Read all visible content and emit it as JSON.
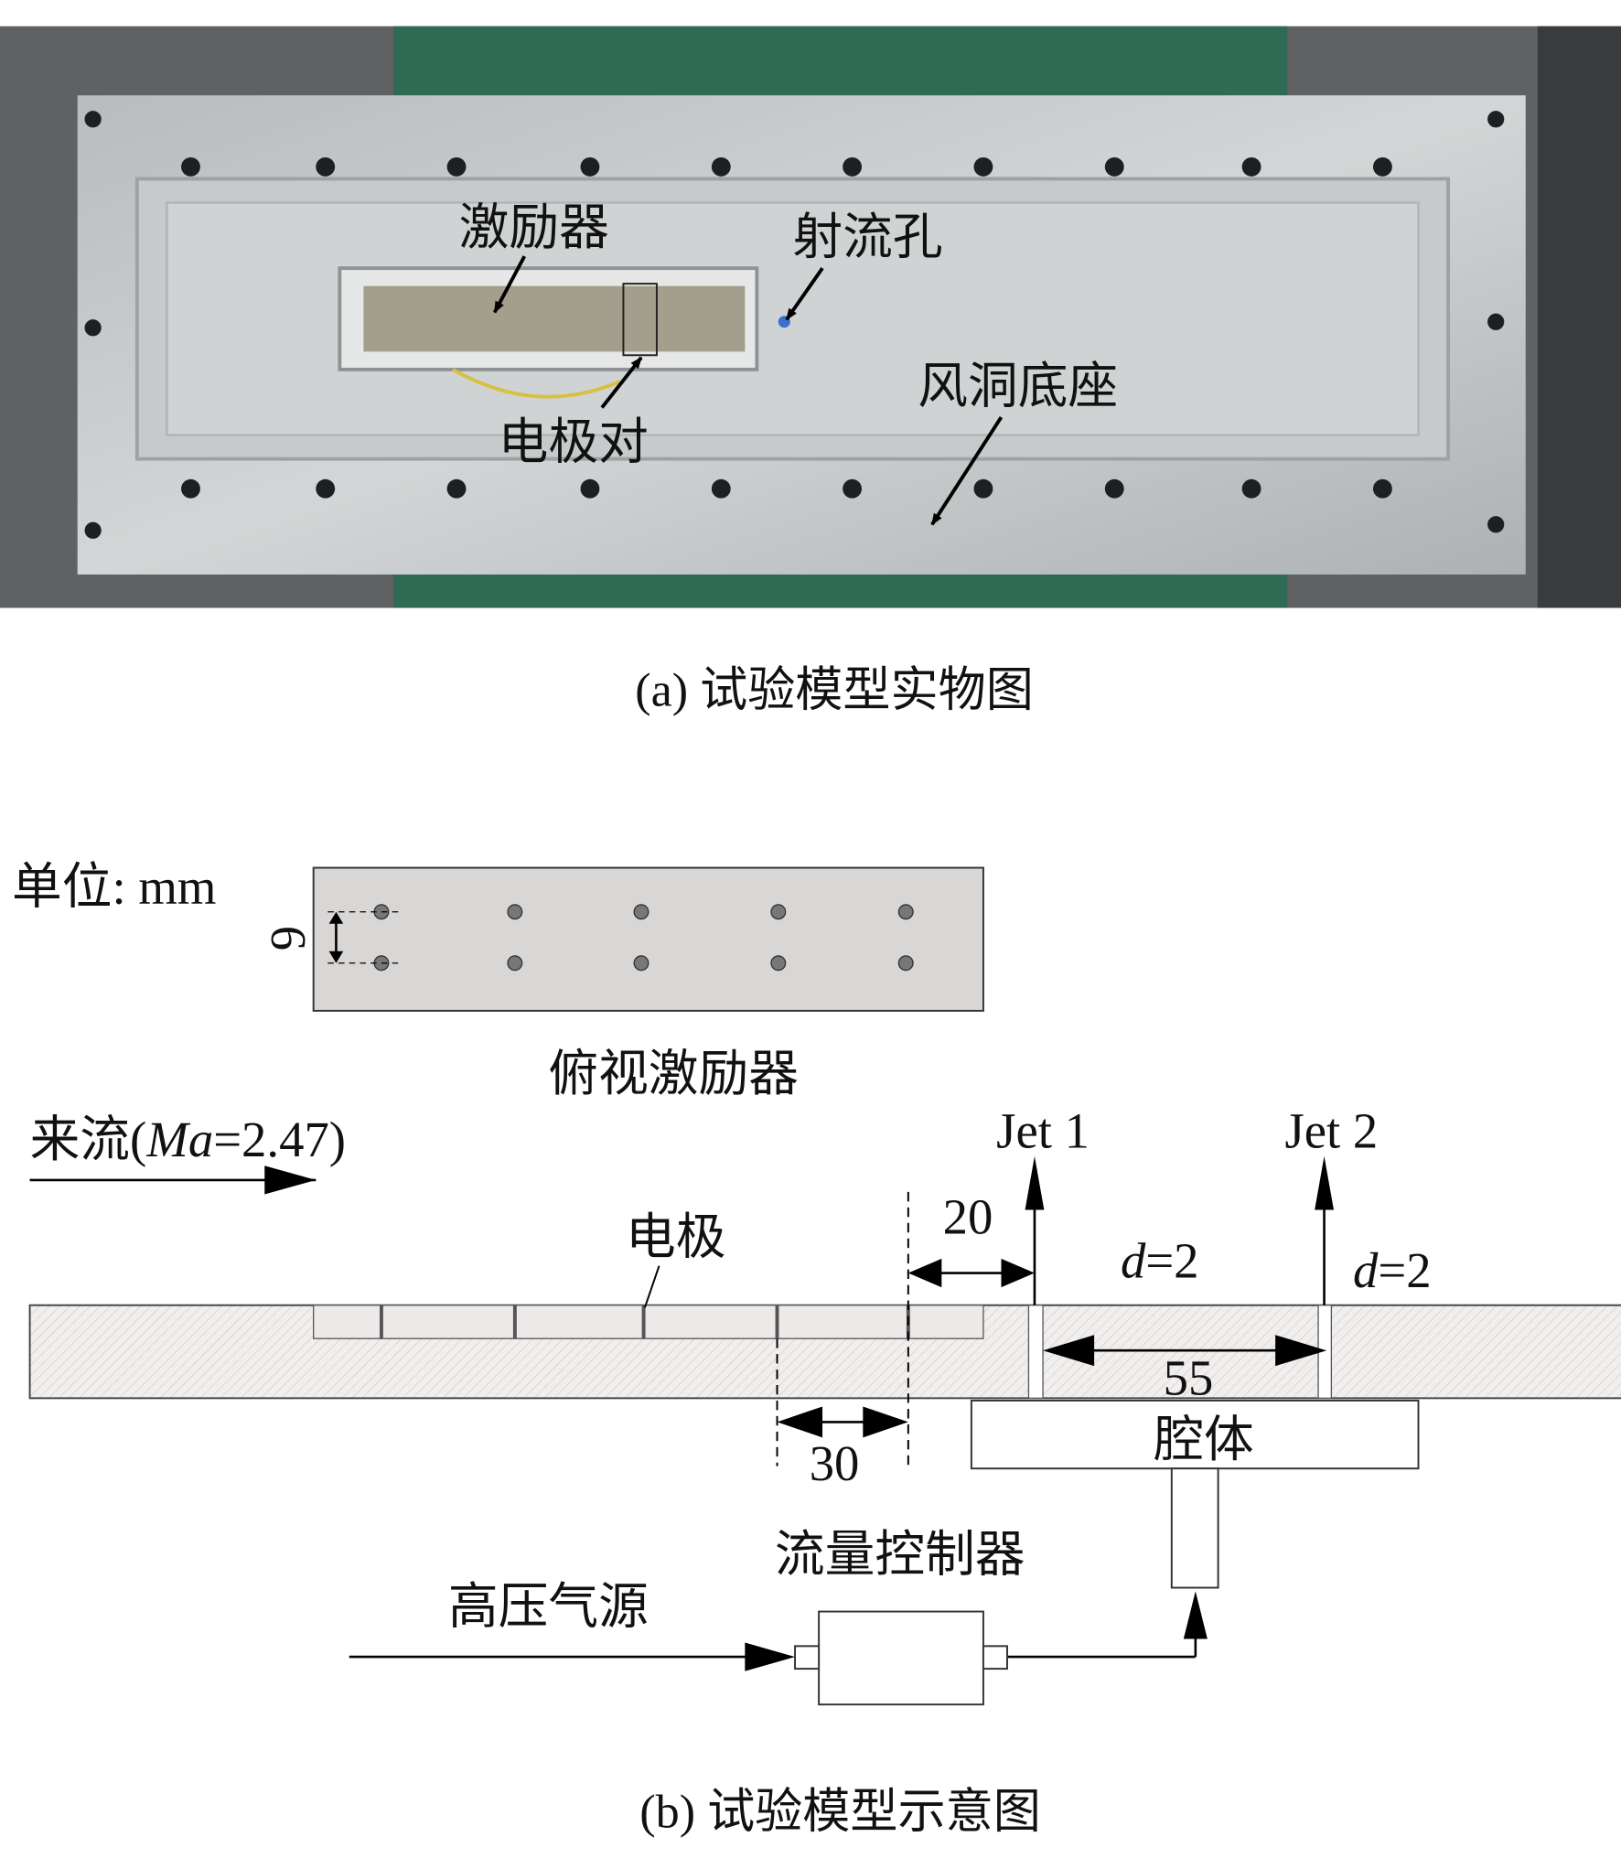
{
  "panel_a": {
    "caption": "(a) 试验模型实物图",
    "labels": {
      "actuator": "激励器",
      "jet_hole": "射流孔",
      "electrode_pair": "电极对",
      "tunnel_base": "风洞底座"
    }
  },
  "panel_b": {
    "caption": "(b) 试验模型示意图",
    "unit": "单位: mm",
    "top_view_label": "俯视激励器",
    "spacing_dim": "6",
    "freestream_label_prefix": "来流(",
    "freestream_ma": "Ma",
    "freestream_suffix": "=2.47)",
    "electrode_label": "电极",
    "jet1": "Jet 1",
    "jet2": "Jet 2",
    "dim_20": "20",
    "dim_30": "30",
    "dim_55": "55",
    "d_var": "d",
    "d_val": "=2",
    "cavity": "腔体",
    "flow_controller": "流量控制器",
    "gas_source": "高压气源"
  }
}
